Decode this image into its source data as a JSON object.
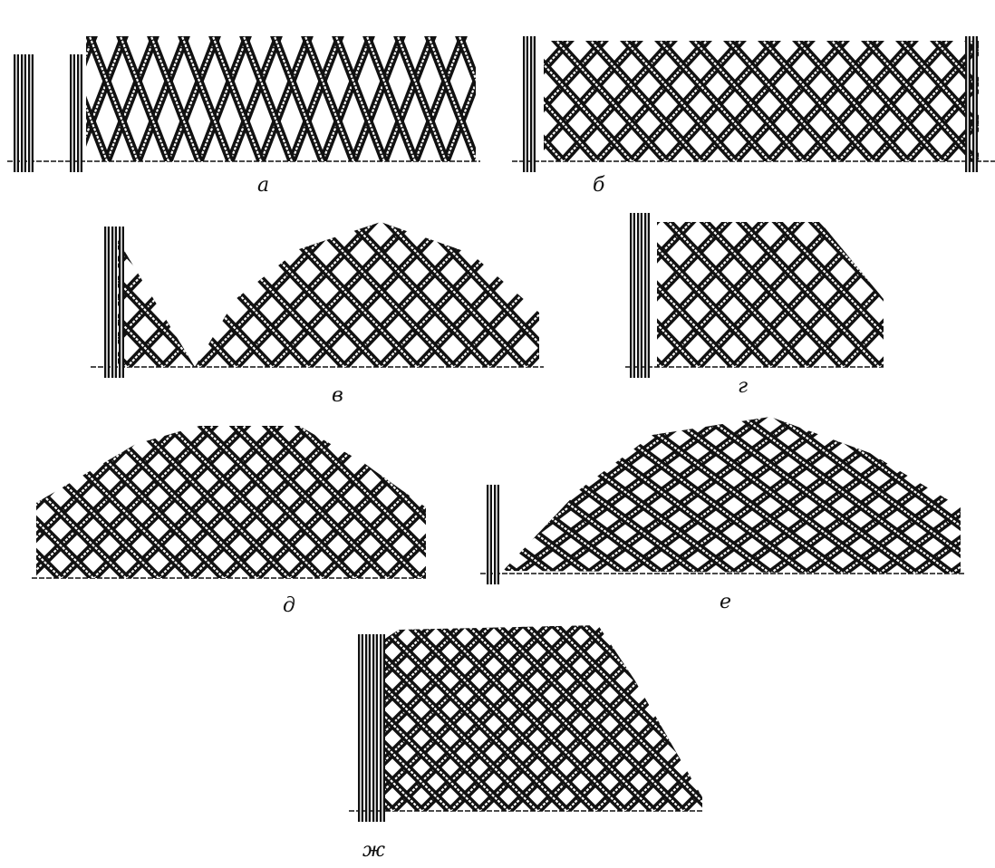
{
  "figure": {
    "panels": [
      {
        "id": "a",
        "label": "а"
      },
      {
        "id": "b",
        "label": "б"
      },
      {
        "id": "v",
        "label": "в"
      },
      {
        "id": "g",
        "label": "г"
      },
      {
        "id": "d",
        "label": "д"
      },
      {
        "id": "e",
        "label": "е"
      },
      {
        "id": "zh",
        "label": "ж"
      }
    ],
    "colors": {
      "ink": "#111111",
      "paper": "#ffffff"
    }
  }
}
